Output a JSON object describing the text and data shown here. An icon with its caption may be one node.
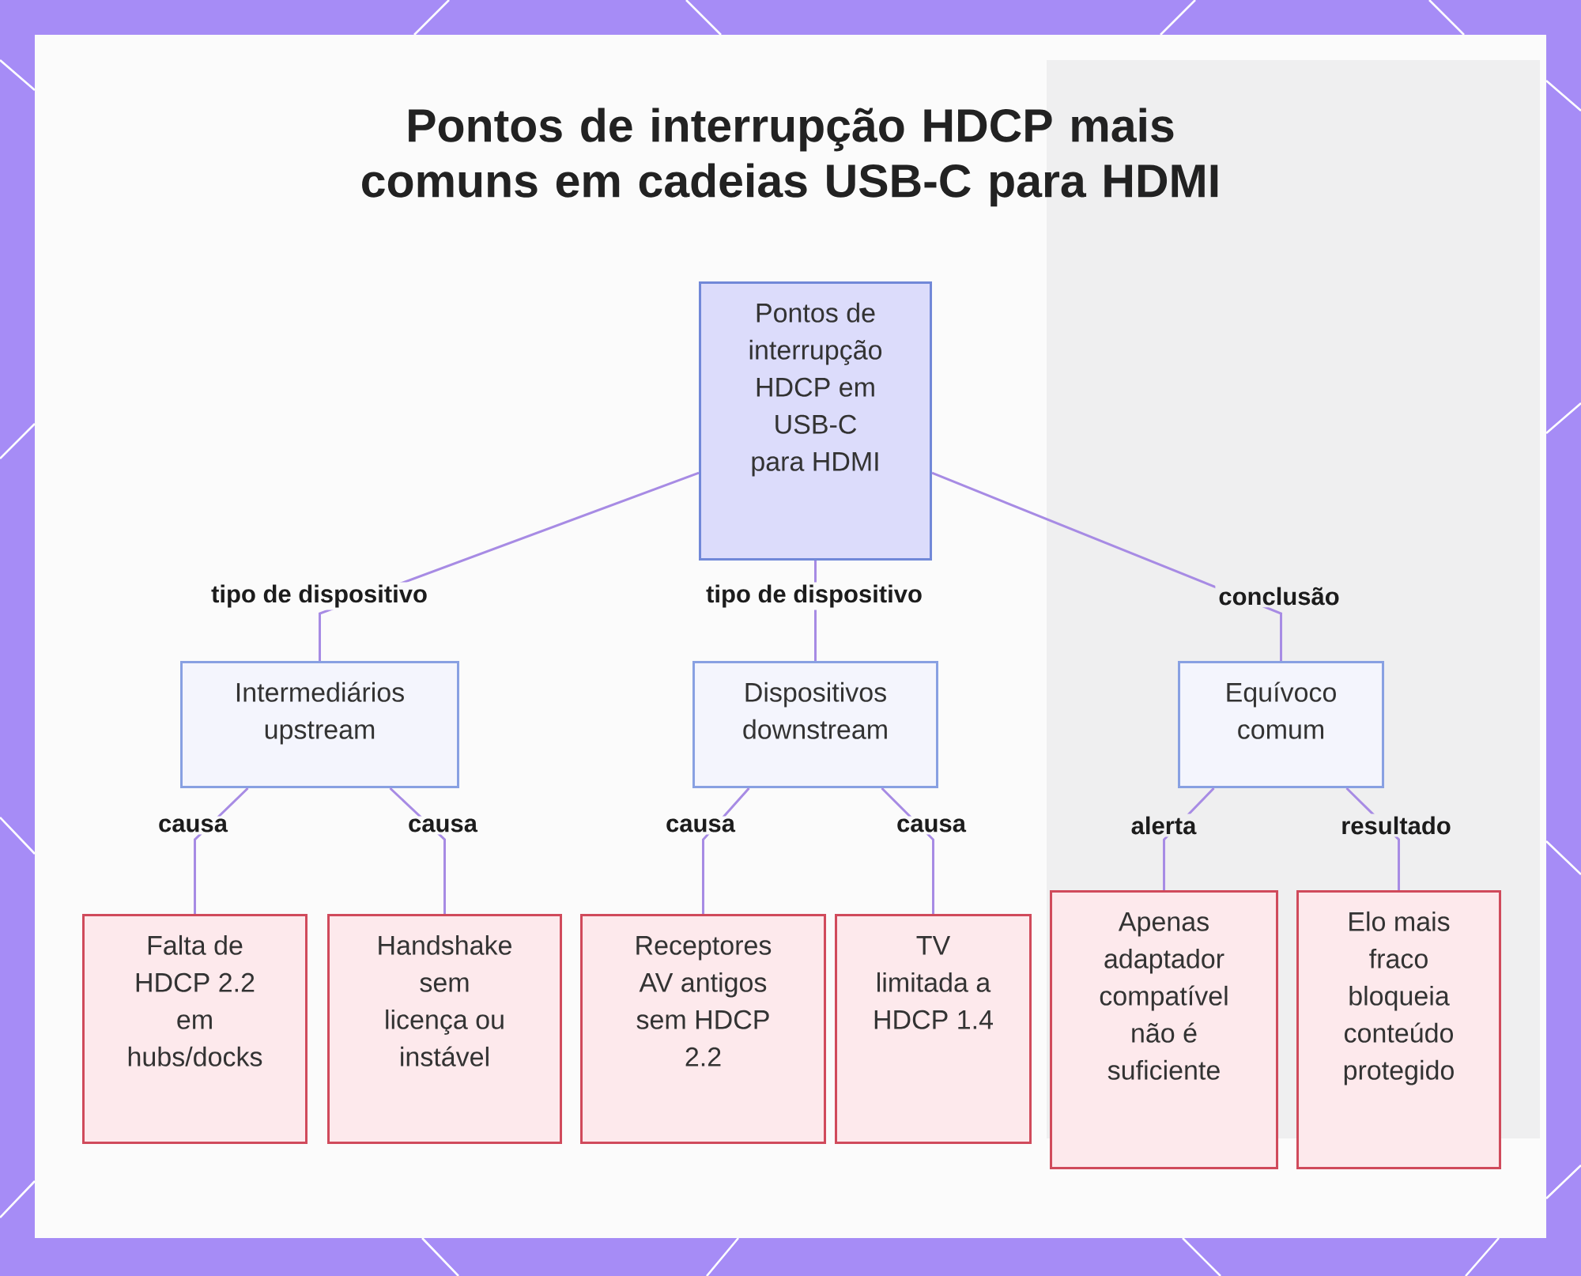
{
  "diagram": {
    "title": "Pontos de interrupção HDCP mais comuns em cadeias USB-C para HDMI",
    "nodes": [
      {
        "text": [
          "Pontos de interrupção HDCP em USB-C para HDMI"
        ]
      },
      {
        "text": [
          "Intermediários upstream"
        ]
      },
      {
        "text": [
          "Dispositivos downstream"
        ]
      },
      {
        "text": [
          "Equívoco comum"
        ]
      },
      {
        "text": [
          "Falta de HDCP 2.2 em hubs/docks"
        ]
      },
      {
        "text": [
          "Handshake sem licença ou instável"
        ]
      },
      {
        "text": [
          "Receptores AV antigos sem HDCP 2.2"
        ]
      },
      {
        "text": [
          "TV limitada a HDCP 1.4"
        ]
      },
      {
        "text": [
          "Apenas adaptador compatível não é suficiente"
        ]
      },
      {
        "text": [
          "Elo mais fraco bloqueia conteúdo protegido"
        ]
      }
    ],
    "edges": [
      {
        "from": 0,
        "to": 1,
        "arrow": "none",
        "label": "tipo de dispositivo"
      },
      {
        "from": 0,
        "to": 2,
        "arrow": "none",
        "label": "tipo de dispositivo"
      },
      {
        "from": 0,
        "to": 3,
        "arrow": "none",
        "label": "conclusão"
      },
      {
        "from": 1,
        "to": 4,
        "arrow": "none",
        "label": "causa"
      },
      {
        "from": 1,
        "to": 5,
        "arrow": "none",
        "label": "causa"
      },
      {
        "from": 2,
        "to": 6,
        "arrow": "none",
        "label": "causa"
      },
      {
        "from": 2,
        "to": 7,
        "arrow": "none",
        "label": "causa"
      },
      {
        "from": 3,
        "to": 8,
        "arrow": "none",
        "label": "alerta"
      },
      {
        "from": 3,
        "to": 9,
        "arrow": "none",
        "label": "resultado"
      }
    ]
  }
}
